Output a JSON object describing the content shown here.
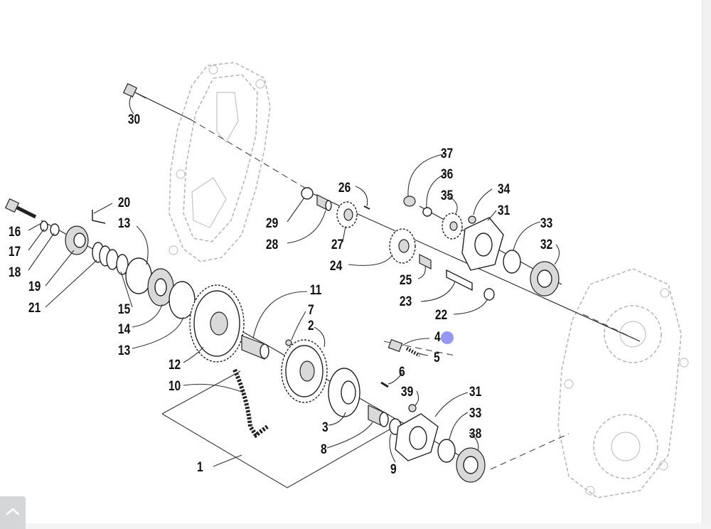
{
  "diagram": {
    "callouts": [
      {
        "id": "1",
        "text": "1"
      },
      {
        "id": "2",
        "text": "2"
      },
      {
        "id": "3",
        "text": "3"
      },
      {
        "id": "4",
        "text": "4"
      },
      {
        "id": "5",
        "text": "5"
      },
      {
        "id": "6",
        "text": "6"
      },
      {
        "id": "7",
        "text": "7"
      },
      {
        "id": "8",
        "text": "8"
      },
      {
        "id": "9",
        "text": "9"
      },
      {
        "id": "10",
        "text": "10"
      },
      {
        "id": "11",
        "text": "11"
      },
      {
        "id": "12",
        "text": "12"
      },
      {
        "id": "13a",
        "text": "13"
      },
      {
        "id": "13b",
        "text": "13"
      },
      {
        "id": "14",
        "text": "14"
      },
      {
        "id": "15",
        "text": "15"
      },
      {
        "id": "16",
        "text": "16"
      },
      {
        "id": "17",
        "text": "17"
      },
      {
        "id": "18",
        "text": "18"
      },
      {
        "id": "19",
        "text": "19"
      },
      {
        "id": "20",
        "text": "20"
      },
      {
        "id": "21",
        "text": "21"
      },
      {
        "id": "22",
        "text": "22"
      },
      {
        "id": "23",
        "text": "23"
      },
      {
        "id": "24",
        "text": "24"
      },
      {
        "id": "25",
        "text": "25"
      },
      {
        "id": "26",
        "text": "26"
      },
      {
        "id": "27",
        "text": "27"
      },
      {
        "id": "28",
        "text": "28"
      },
      {
        "id": "29",
        "text": "29"
      },
      {
        "id": "30",
        "text": "30"
      },
      {
        "id": "31a",
        "text": "31"
      },
      {
        "id": "31b",
        "text": "31"
      },
      {
        "id": "32",
        "text": "32"
      },
      {
        "id": "33a",
        "text": "33"
      },
      {
        "id": "33b",
        "text": "33"
      },
      {
        "id": "34",
        "text": "34"
      },
      {
        "id": "35",
        "text": "35"
      },
      {
        "id": "36",
        "text": "36"
      },
      {
        "id": "37",
        "text": "37"
      },
      {
        "id": "38",
        "text": "38"
      },
      {
        "id": "39",
        "text": "39"
      }
    ]
  },
  "ui": {
    "back_to_top_icon": "chevron-up-icon",
    "colors": {
      "cursor": "#8b8cf0",
      "button": "#d4d6d8",
      "ink": "#111111",
      "ghost": "#b8b8b8"
    }
  }
}
